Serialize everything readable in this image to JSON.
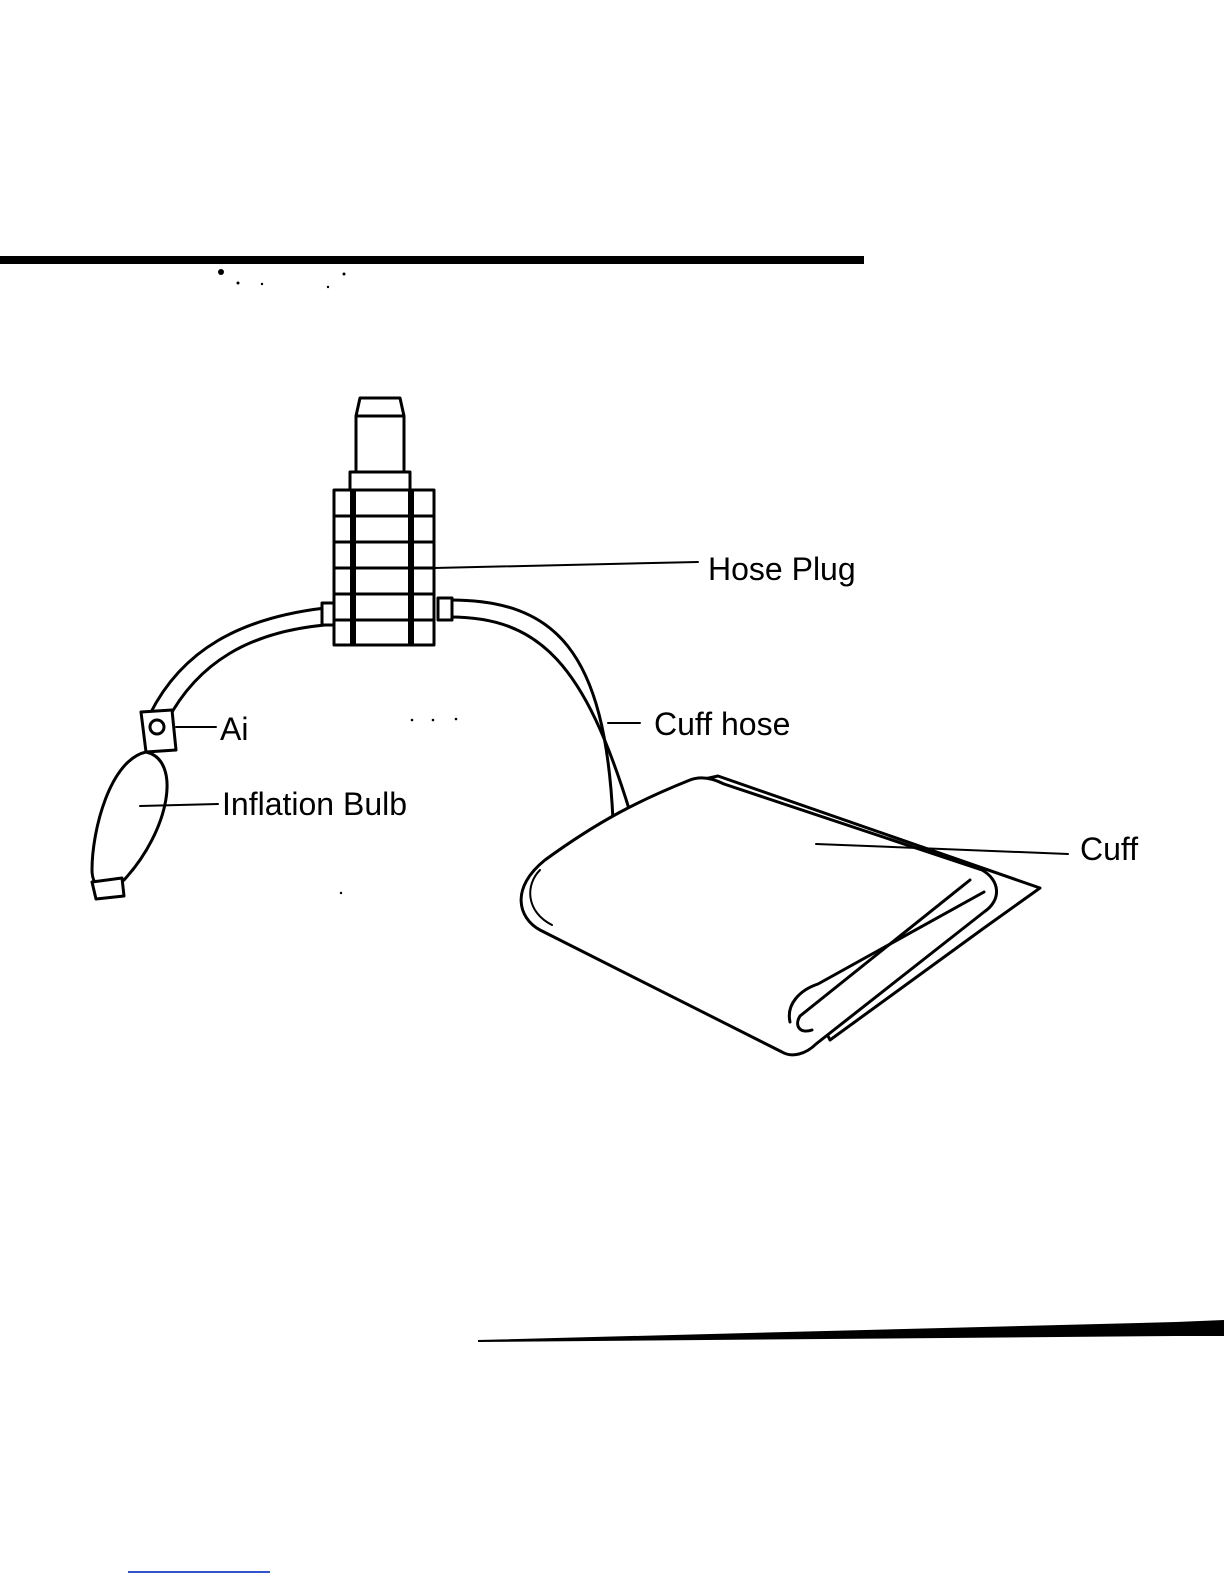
{
  "labels": {
    "hose_plug": "Hose Plug",
    "cuff_hose": "Cuff hose",
    "air_valve": "Ai",
    "inflation_bulb": "Inflation Bulb",
    "cuff": "Cuff"
  },
  "colors": {
    "ink": "#000000",
    "paper": "#ffffff",
    "footer_rule": "#3355cc"
  }
}
